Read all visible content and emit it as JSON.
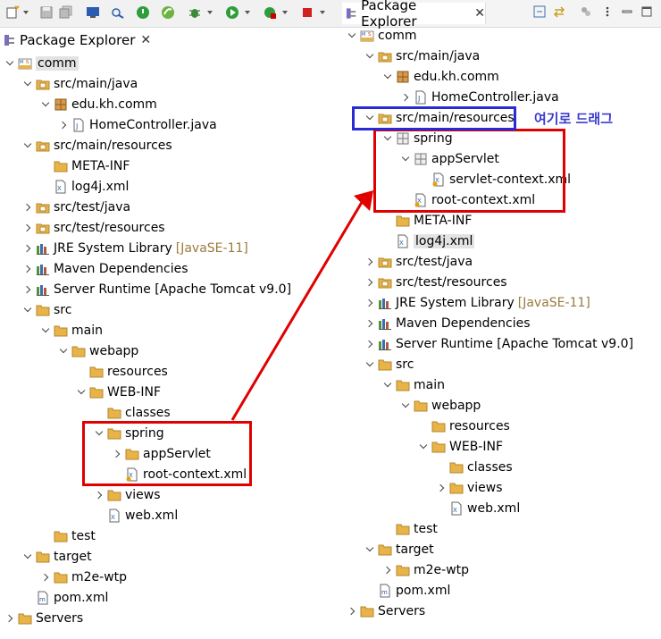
{
  "left": {
    "tab": {
      "title": "Package Explorer",
      "close": "✕"
    },
    "tree": [
      {
        "label": "comm",
        "icon": "maven-project-icon",
        "toggle": "open",
        "depth": 0,
        "selected": true
      },
      {
        "label": "src/main/java",
        "icon": "source-folder-icon",
        "toggle": "open",
        "depth": 1
      },
      {
        "label": "edu.kh.comm",
        "icon": "package-icon",
        "toggle": "open",
        "depth": 2
      },
      {
        "label": "HomeController.java",
        "icon": "java-file-icon",
        "toggle": "closed",
        "depth": 3
      },
      {
        "label": "src/main/resources",
        "icon": "source-folder-icon",
        "toggle": "open",
        "depth": 1
      },
      {
        "label": "META-INF",
        "icon": "folder-icon",
        "toggle": "none",
        "depth": 2
      },
      {
        "label": "log4j.xml",
        "icon": "xml-file-icon",
        "toggle": "none",
        "depth": 2
      },
      {
        "label": "src/test/java",
        "icon": "source-folder-icon",
        "toggle": "closed",
        "depth": 1
      },
      {
        "label": "src/test/resources",
        "icon": "source-folder-icon",
        "toggle": "closed",
        "depth": 1
      },
      {
        "label": "JRE System Library",
        "annotation": "[JavaSE-11]",
        "icon": "library-icon",
        "toggle": "closed",
        "depth": 1
      },
      {
        "label": "Maven Dependencies",
        "icon": "library-icon",
        "toggle": "closed",
        "depth": 1
      },
      {
        "label": "Server Runtime [Apache Tomcat v9.0]",
        "icon": "library-icon",
        "toggle": "closed",
        "depth": 1
      },
      {
        "label": "src",
        "icon": "folder-icon",
        "toggle": "open",
        "depth": 1
      },
      {
        "label": "main",
        "icon": "folder-icon",
        "toggle": "open",
        "depth": 2
      },
      {
        "label": "webapp",
        "icon": "folder-icon",
        "toggle": "open",
        "depth": 3
      },
      {
        "label": "resources",
        "icon": "folder-icon",
        "toggle": "none",
        "depth": 4
      },
      {
        "label": "WEB-INF",
        "icon": "folder-icon",
        "toggle": "open",
        "depth": 4
      },
      {
        "label": "classes",
        "icon": "folder-icon",
        "toggle": "none",
        "depth": 5
      },
      {
        "label": "spring",
        "icon": "folder-icon",
        "toggle": "open",
        "depth": 5
      },
      {
        "label": "appServlet",
        "icon": "folder-icon",
        "toggle": "closed",
        "depth": 6
      },
      {
        "label": "root-context.xml",
        "icon": "spring-xml-icon",
        "toggle": "none",
        "depth": 6
      },
      {
        "label": "views",
        "icon": "folder-icon",
        "toggle": "closed",
        "depth": 5
      },
      {
        "label": "web.xml",
        "icon": "xml-file-icon",
        "toggle": "none",
        "depth": 5
      },
      {
        "label": "test",
        "icon": "folder-icon",
        "toggle": "none",
        "depth": 2
      },
      {
        "label": "target",
        "icon": "folder-icon",
        "toggle": "open",
        "depth": 1
      },
      {
        "label": "m2e-wtp",
        "icon": "folder-icon",
        "toggle": "closed",
        "depth": 2
      },
      {
        "label": "pom.xml",
        "icon": "maven-file-icon",
        "toggle": "none",
        "depth": 1
      },
      {
        "label": "Servers",
        "icon": "folder-icon",
        "toggle": "closed",
        "depth": 0
      }
    ]
  },
  "right": {
    "tab": {
      "title": "Package Explorer",
      "close": "✕"
    },
    "annotation_text": "여기로 드래그",
    "tree": [
      {
        "label": "comm",
        "icon": "maven-project-icon",
        "toggle": "open",
        "depth": 0
      },
      {
        "label": "src/main/java",
        "icon": "source-folder-icon",
        "toggle": "open",
        "depth": 1
      },
      {
        "label": "edu.kh.comm",
        "icon": "package-icon",
        "toggle": "open",
        "depth": 2
      },
      {
        "label": "HomeController.java",
        "icon": "java-file-icon",
        "toggle": "closed",
        "depth": 3
      },
      {
        "label": "src/main/resources",
        "icon": "source-folder-icon",
        "toggle": "open",
        "depth": 1
      },
      {
        "label": "spring",
        "icon": "package-folder-icon",
        "toggle": "open",
        "depth": 2
      },
      {
        "label": "appServlet",
        "icon": "package-folder-icon",
        "toggle": "open",
        "depth": 3
      },
      {
        "label": "servlet-context.xml",
        "icon": "spring-xml-icon",
        "toggle": "none",
        "depth": 4
      },
      {
        "label": "root-context.xml",
        "icon": "spring-xml-icon",
        "toggle": "none",
        "depth": 3
      },
      {
        "label": "META-INF",
        "icon": "folder-icon",
        "toggle": "none",
        "depth": 2
      },
      {
        "label": "log4j.xml",
        "icon": "xml-file-icon",
        "toggle": "none",
        "depth": 2,
        "selected": true
      },
      {
        "label": "src/test/java",
        "icon": "source-folder-icon",
        "toggle": "closed",
        "depth": 1
      },
      {
        "label": "src/test/resources",
        "icon": "source-folder-icon",
        "toggle": "closed",
        "depth": 1
      },
      {
        "label": "JRE System Library",
        "annotation": "[JavaSE-11]",
        "icon": "library-icon",
        "toggle": "closed",
        "depth": 1
      },
      {
        "label": "Maven Dependencies",
        "icon": "library-icon",
        "toggle": "closed",
        "depth": 1
      },
      {
        "label": "Server Runtime [Apache Tomcat v9.0]",
        "icon": "library-icon",
        "toggle": "closed",
        "depth": 1
      },
      {
        "label": "src",
        "icon": "folder-icon",
        "toggle": "open",
        "depth": 1
      },
      {
        "label": "main",
        "icon": "folder-icon",
        "toggle": "open",
        "depth": 2
      },
      {
        "label": "webapp",
        "icon": "folder-icon",
        "toggle": "open",
        "depth": 3
      },
      {
        "label": "resources",
        "icon": "folder-icon",
        "toggle": "none",
        "depth": 4
      },
      {
        "label": "WEB-INF",
        "icon": "folder-icon",
        "toggle": "open",
        "depth": 4
      },
      {
        "label": "classes",
        "icon": "folder-icon",
        "toggle": "none",
        "depth": 5
      },
      {
        "label": "views",
        "icon": "folder-icon",
        "toggle": "closed",
        "depth": 5
      },
      {
        "label": "web.xml",
        "icon": "xml-file-icon",
        "toggle": "none",
        "depth": 5
      },
      {
        "label": "test",
        "icon": "folder-icon",
        "toggle": "none",
        "depth": 2
      },
      {
        "label": "target",
        "icon": "folder-icon",
        "toggle": "open",
        "depth": 1
      },
      {
        "label": "m2e-wtp",
        "icon": "folder-icon",
        "toggle": "closed",
        "depth": 2
      },
      {
        "label": "pom.xml",
        "icon": "maven-file-icon",
        "toggle": "none",
        "depth": 1
      },
      {
        "label": "Servers",
        "icon": "folder-icon",
        "toggle": "closed",
        "depth": 0
      }
    ]
  },
  "colors": {
    "highlight_red": "#e00000",
    "highlight_blue": "#2a2ad4",
    "annotation_text": "#3b3bcc",
    "decoration": "#9a7b3c",
    "folder": "#e8b44a"
  }
}
